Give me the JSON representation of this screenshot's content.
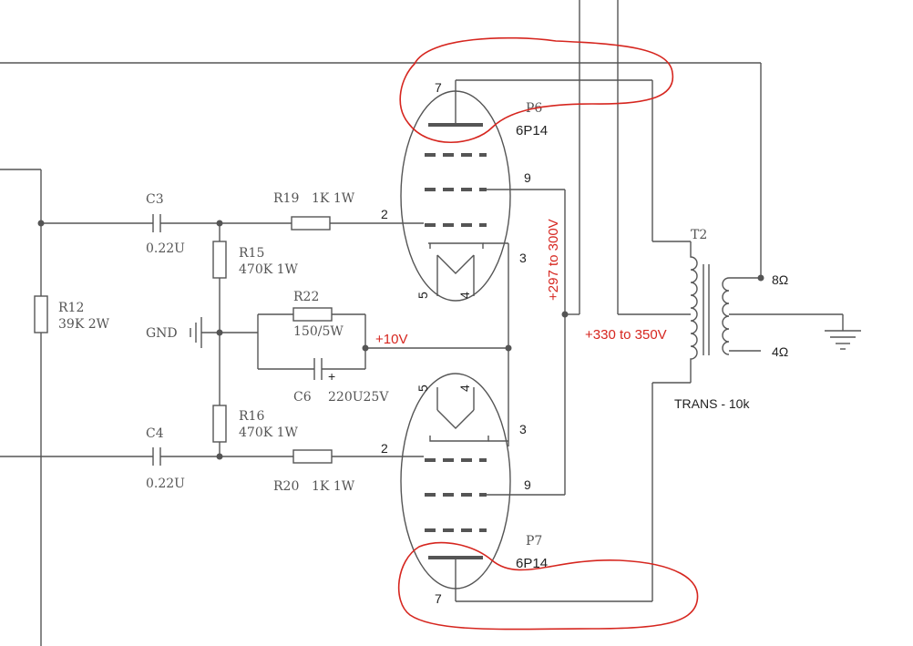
{
  "components": {
    "c3": {
      "ref": "C3",
      "value": "0.22U"
    },
    "c4": {
      "ref": "C4",
      "value": "0.22U"
    },
    "r12": {
      "ref": "R12",
      "value": "39K 2W"
    },
    "r15": {
      "ref": "R15",
      "value": "470K 1W"
    },
    "r16": {
      "ref": "R16",
      "value": "470K 1W"
    },
    "r19": {
      "ref": "R19",
      "value": "1K 1W"
    },
    "r20": {
      "ref": "R20",
      "value": "1K 1W"
    },
    "r22": {
      "ref": "R22",
      "value": "150/5W"
    },
    "c6": {
      "ref": "C6",
      "value": "220U25V",
      "polarity": "+"
    },
    "gnd": "GND"
  },
  "tubes": {
    "p6": {
      "ref": "P6",
      "type": "6P14",
      "pins": {
        "plate": "7",
        "g2": "9",
        "g1": "2",
        "cathode": "3",
        "h1": "5",
        "h2": "4"
      }
    },
    "p7": {
      "ref": "P7",
      "type": "6P14",
      "pins": {
        "plate": "7",
        "g2": "9",
        "g1": "2",
        "cathode": "3",
        "h1": "5",
        "h2": "4"
      }
    }
  },
  "transformer": {
    "ref": "T2",
    "name": "TRANS - 10k",
    "tap_8": "8Ω",
    "tap_4": "4Ω"
  },
  "annotations": {
    "cathode_voltage": "+10V",
    "screen_voltage": "+297 to 300V",
    "plate_voltage": "+330 to 350V"
  },
  "colors": {
    "wire": "#555555",
    "annotation": "#d6261f"
  }
}
